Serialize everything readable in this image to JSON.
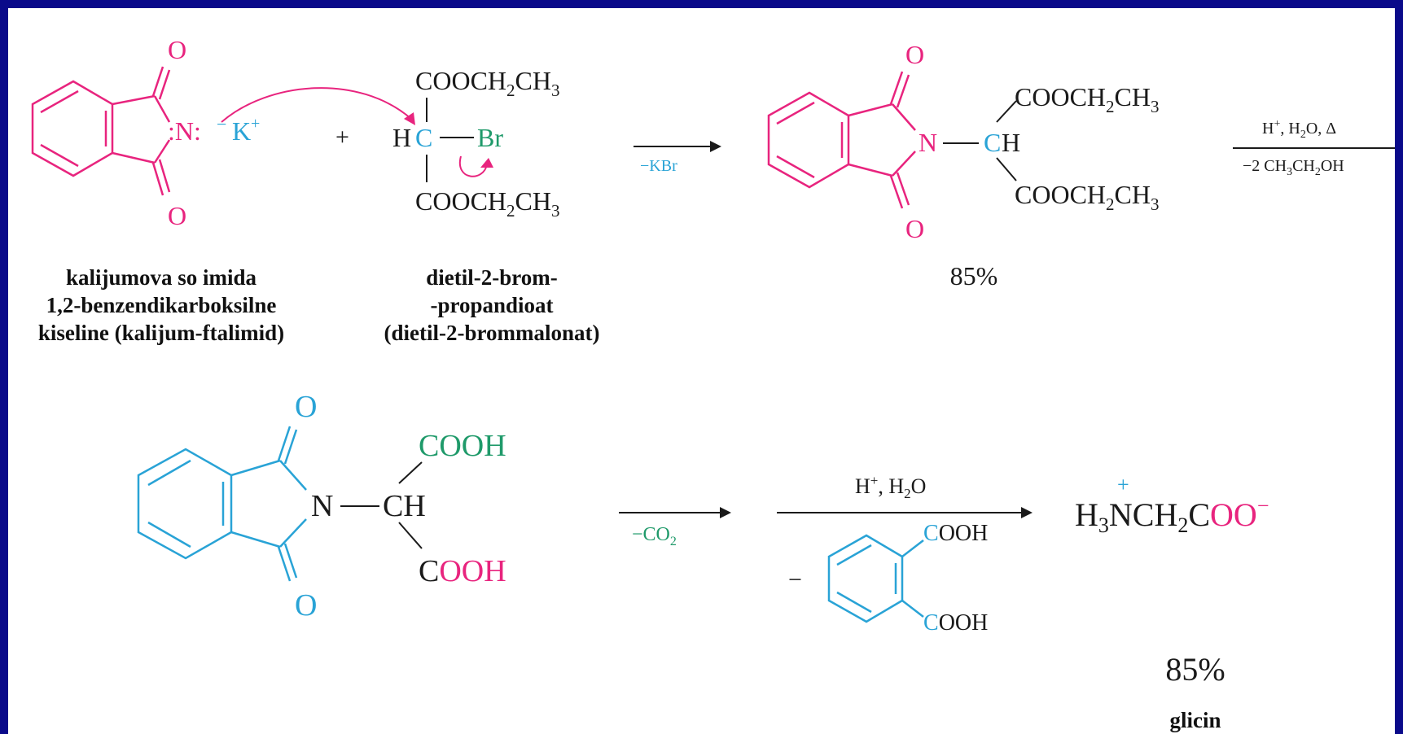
{
  "colors": {
    "frame": "#0a0a8a",
    "magenta": "#e8247e",
    "cyan": "#29a3d6",
    "green": "#1f9a6a",
    "black": "#1a1a1a",
    "background": "#ffffff"
  },
  "reaction1": {
    "phthalimide_salt": {
      "o_top": "O",
      "o_bottom": "O",
      "n": ":N:",
      "charge": "−",
      "counter_ion": "K",
      "counter_charge": "+",
      "label_lines": [
        "kalijumova so imida",
        "1,2-benzendikarboksilne",
        "kiseline  (kalijum-ftalimid)"
      ]
    },
    "plus": "+",
    "bromomalonate": {
      "top": "COOCH",
      "top_sub1": "2",
      "top_tail": "CH",
      "top_sub2": "3",
      "h": "H",
      "c": "C",
      "br": "Br",
      "bottom": "COOCH",
      "bottom_sub1": "2",
      "bottom_tail": "CH",
      "bottom_sub2": "3",
      "label_lines": [
        "dietil-2-brom-",
        "-propandioat",
        "(dietil-2-brommalonat)"
      ]
    },
    "arrow1_below": "−KBr",
    "product": {
      "o_top": "O",
      "o_bottom": "O",
      "n": "N",
      "c": "C",
      "h": "H",
      "top": "COOCH",
      "top_sub1": "2",
      "top_tail": "CH",
      "top_sub2": "3",
      "bottom": "COOCH",
      "bottom_sub1": "2",
      "bottom_tail": "CH",
      "bottom_sub2": "3",
      "yield": "85%"
    },
    "arrow2_above": {
      "h": "H",
      "plus": "+",
      "h2o": ", H",
      "sub": "2",
      "o": "O, Δ"
    },
    "arrow2_below": {
      "a": "−2 CH",
      "s1": "3",
      "b": "CH",
      "s2": "2",
      "c": "OH"
    }
  },
  "reaction2": {
    "diacid": {
      "o_top": "O",
      "o_bottom": "O",
      "n": "N",
      "ch": "CH",
      "cooh_top": "COOH",
      "cooh_bottom_c": "C",
      "cooh_bottom_ooh": "OOH"
    },
    "arrow3_below": {
      "a": "−CO",
      "s": "2"
    },
    "arrow4_above": {
      "h": "H",
      "plus": "+",
      "b": ", H",
      "s": "2",
      "c": "O"
    },
    "minus_sign": "−",
    "phthalic_acid": {
      "cooh_top_c": "C",
      "cooh_top_ooh": "OOH",
      "cooh_bottom_c": "C",
      "cooh_bottom_ooh": "OOH"
    },
    "glycine": {
      "h": "H",
      "s3": "3",
      "n": "N",
      "plus": "+",
      "ch": "CH",
      "s2": "2",
      "c": "C",
      "oo": "OO",
      "minus": "−",
      "yield": "85%",
      "name": "glicin"
    }
  }
}
